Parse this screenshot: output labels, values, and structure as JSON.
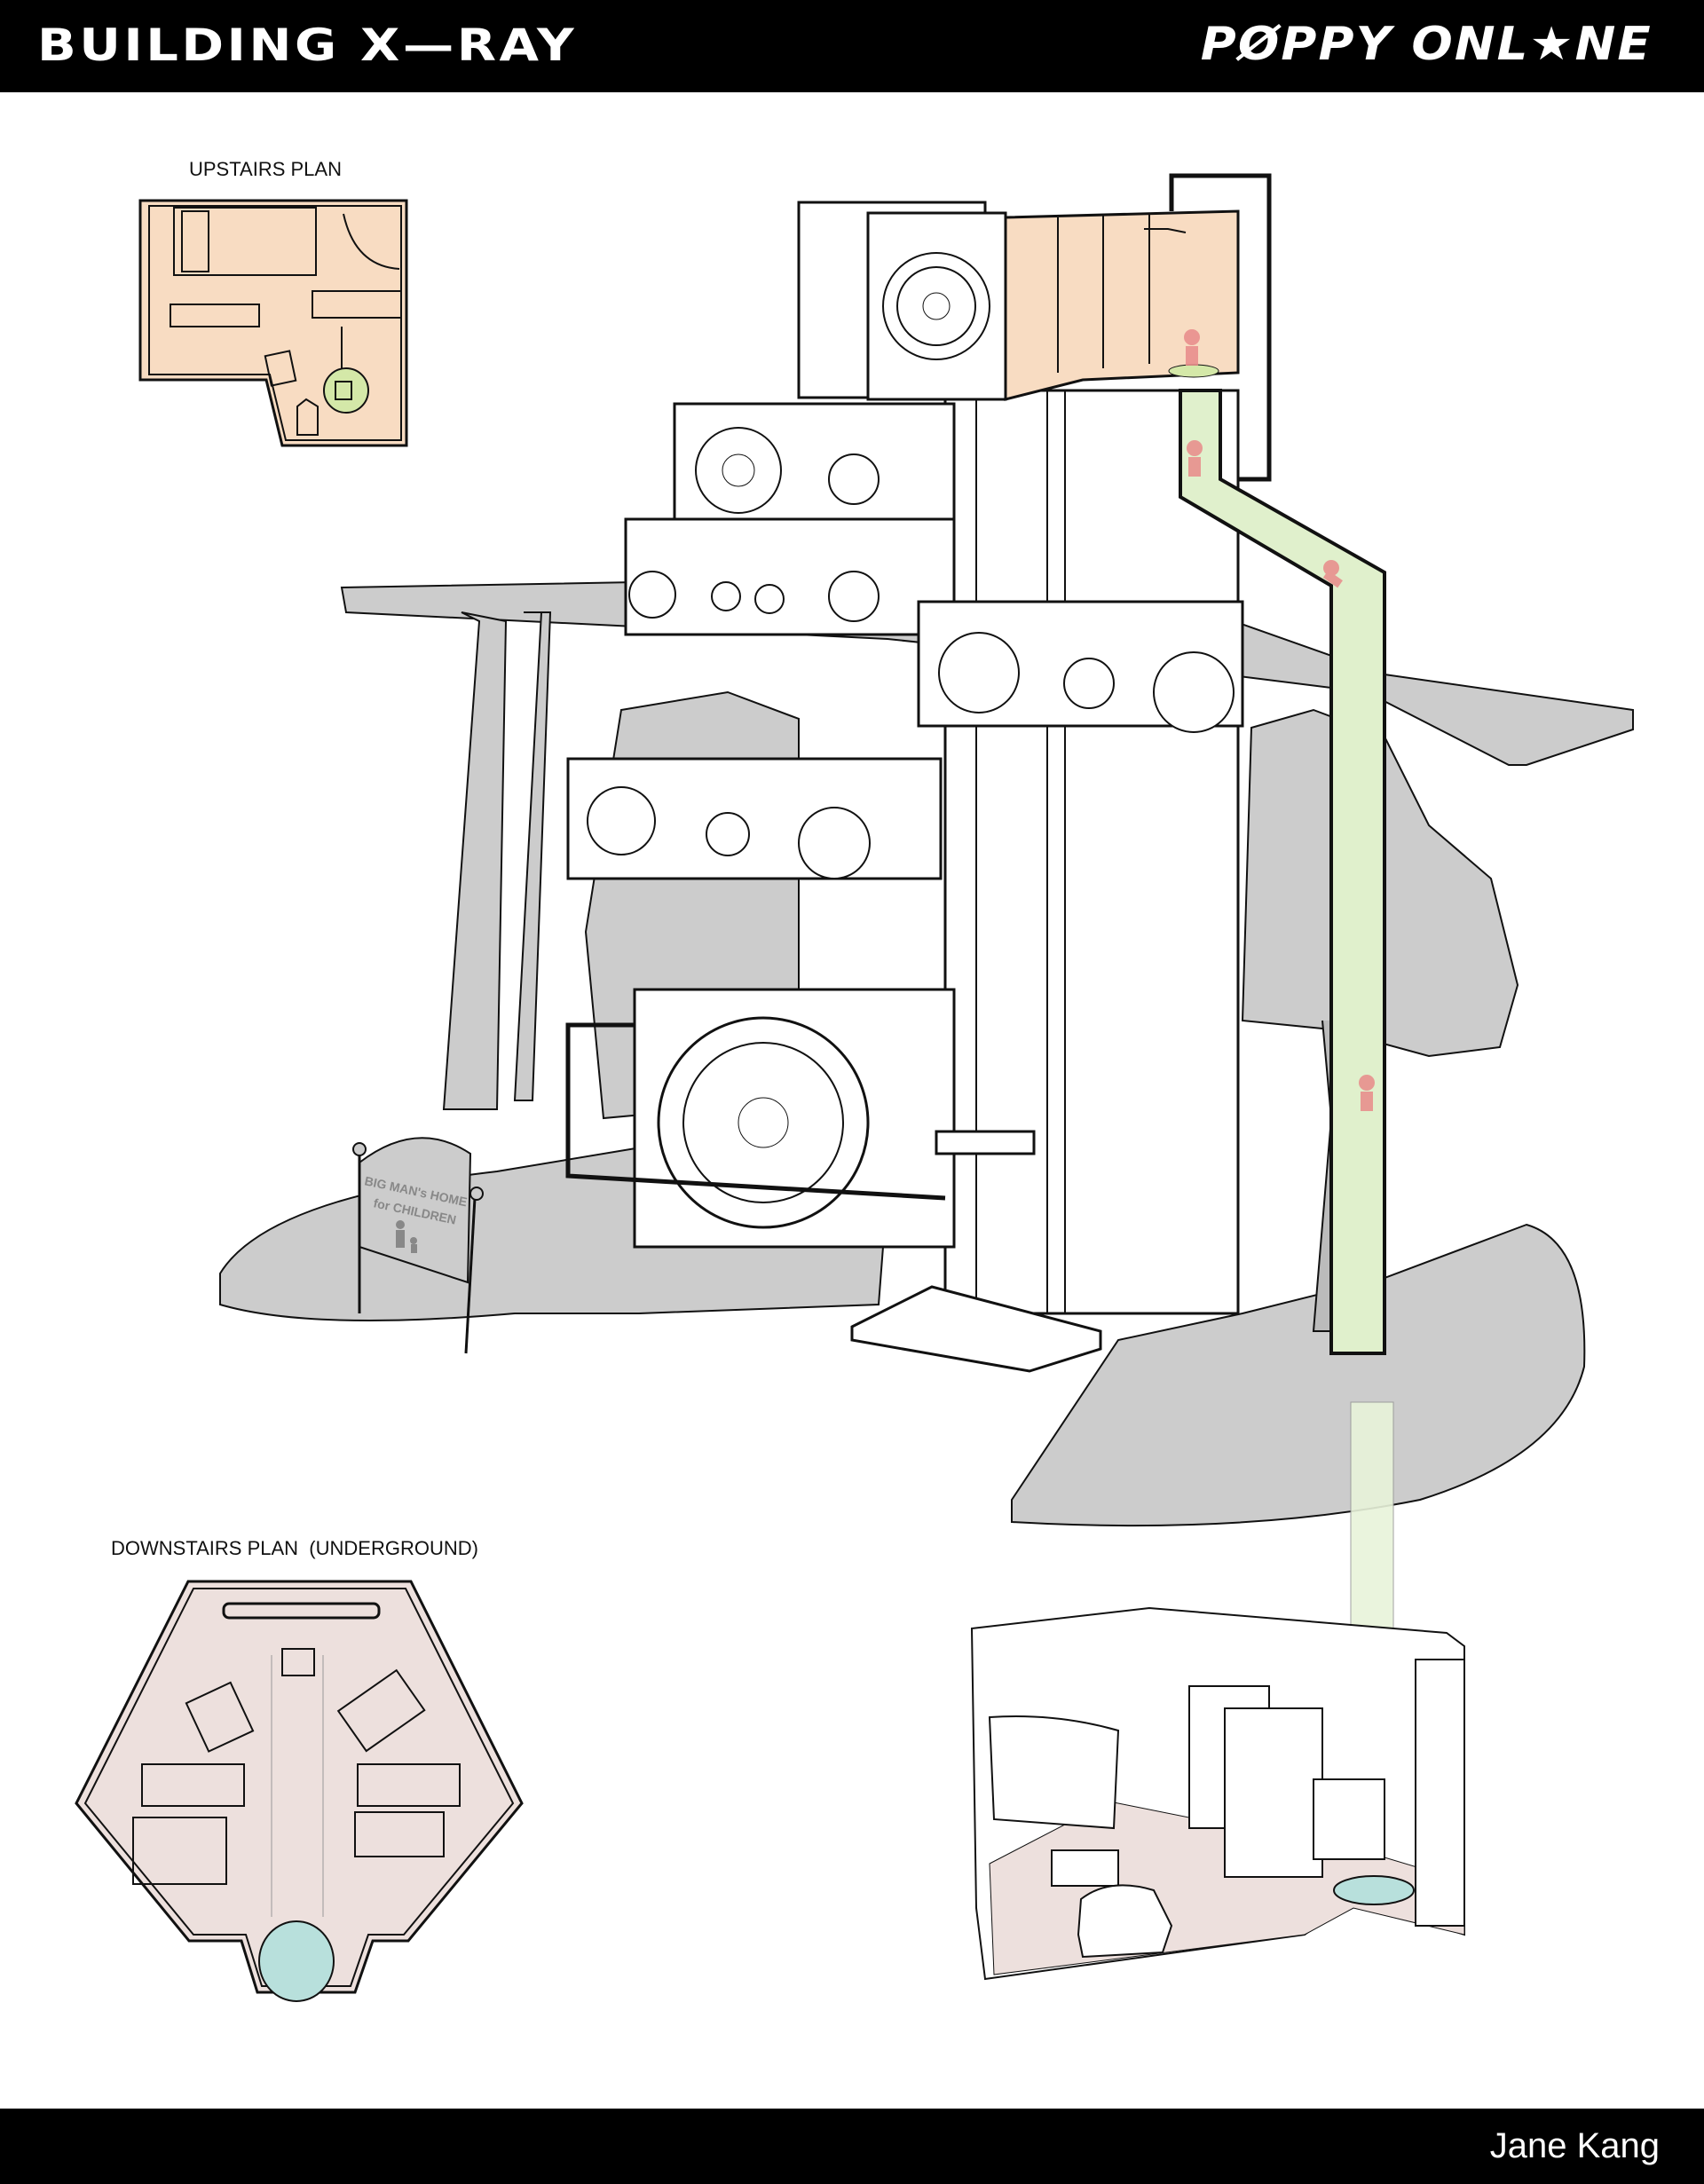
{
  "header": {
    "title": "BUILDING X—RAY",
    "brand": "PØPPY ONL★NE"
  },
  "footer": {
    "credit": "Jane Kang"
  },
  "upstairs_plan": {
    "label": "UPSTAIRS PLAN",
    "floor_color": "#f8dcc2",
    "marker_color": "#d4e8a8"
  },
  "downstairs_plan": {
    "label": "DOWNSTAIRS PLAN  (UNDERGROUND)",
    "floor_color": "#ede0dd",
    "pad_color": "#b8e0dc"
  },
  "sign": {
    "line1": "BIG MAN's HOME",
    "line2": "for CHILDREN"
  },
  "colors": {
    "upstairs_room": "#f8dcc2",
    "chute": "#e0f0cc",
    "ground": "#cccccc",
    "basement_floor": "#ede0dd",
    "character": "#e88a8a",
    "pad": "#b8e0dc"
  }
}
